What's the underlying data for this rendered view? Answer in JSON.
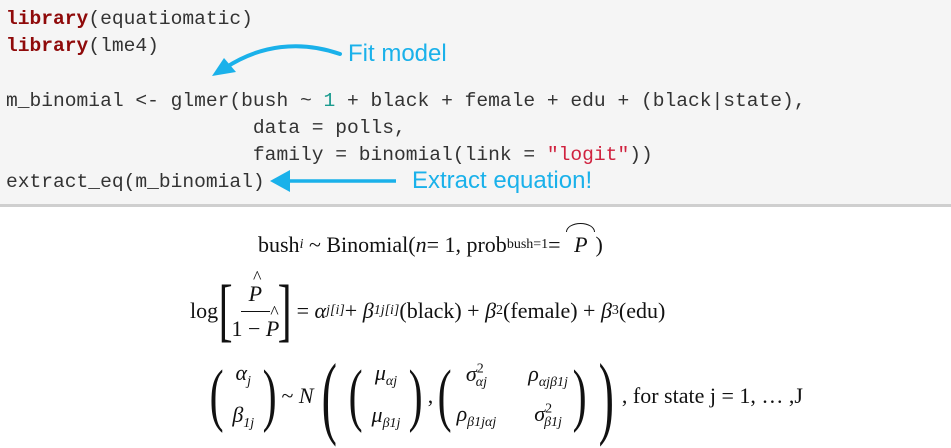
{
  "code": {
    "line1": {
      "kw": "library",
      "rest": "(equatiomatic)"
    },
    "line2": {
      "kw": "library",
      "rest": "(lme4)"
    },
    "line3": {
      "pre": "m_binomial <- glmer(bush ~ ",
      "num": "1",
      "post": " + black + female + edu + (black|state),"
    },
    "line4": "                     data = polls,",
    "line5": {
      "pre": "                     family = binomial(link = ",
      "str": "\"logit\"",
      "post": "))"
    },
    "line6": "extract_eq(m_binomial)"
  },
  "annotations": {
    "fit": "Fit model",
    "extract": "Extract equation!",
    "color": "#1ab1ea"
  },
  "equation": {
    "l1": {
      "bush": "bush",
      "i": "i",
      "tilde": "~ Binomial(",
      "n": "n",
      "eq1": " = 1, prob",
      "sub": "bush=1",
      "eq2": " = ",
      "P": "P",
      "close": ")"
    },
    "l2": {
      "log": "log",
      "P": "P",
      "one": "1 − ",
      "rhs_eq": "=",
      "a": "α",
      "a_sub": "j[i]",
      "plus": " + ",
      "b1": "β",
      "b1_sub": "1j[i]",
      "black": "(black) + ",
      "b2": "β",
      "b2_sub": "2",
      "female": "(female) + ",
      "b3": "β",
      "b3_sub": "3",
      "edu": "(edu)"
    },
    "l3": {
      "alpha": "α",
      "j": "j",
      "beta": "β",
      "b1j": "1j",
      "tilde": "~",
      "N": "N",
      "mu": "μ",
      "mu_a_sub": "αj",
      "mu_b_sub": "β1j",
      "sigma": "σ",
      "sq": "2",
      "sig_a_sub": "αj",
      "sig_b_sub": "β1j",
      "rho": "ρ",
      "rho_ab": "αjβ1j",
      "rho_ba": "β1jαj",
      "comma": ",",
      "tail": ", for state j = 1, … ,J"
    }
  }
}
